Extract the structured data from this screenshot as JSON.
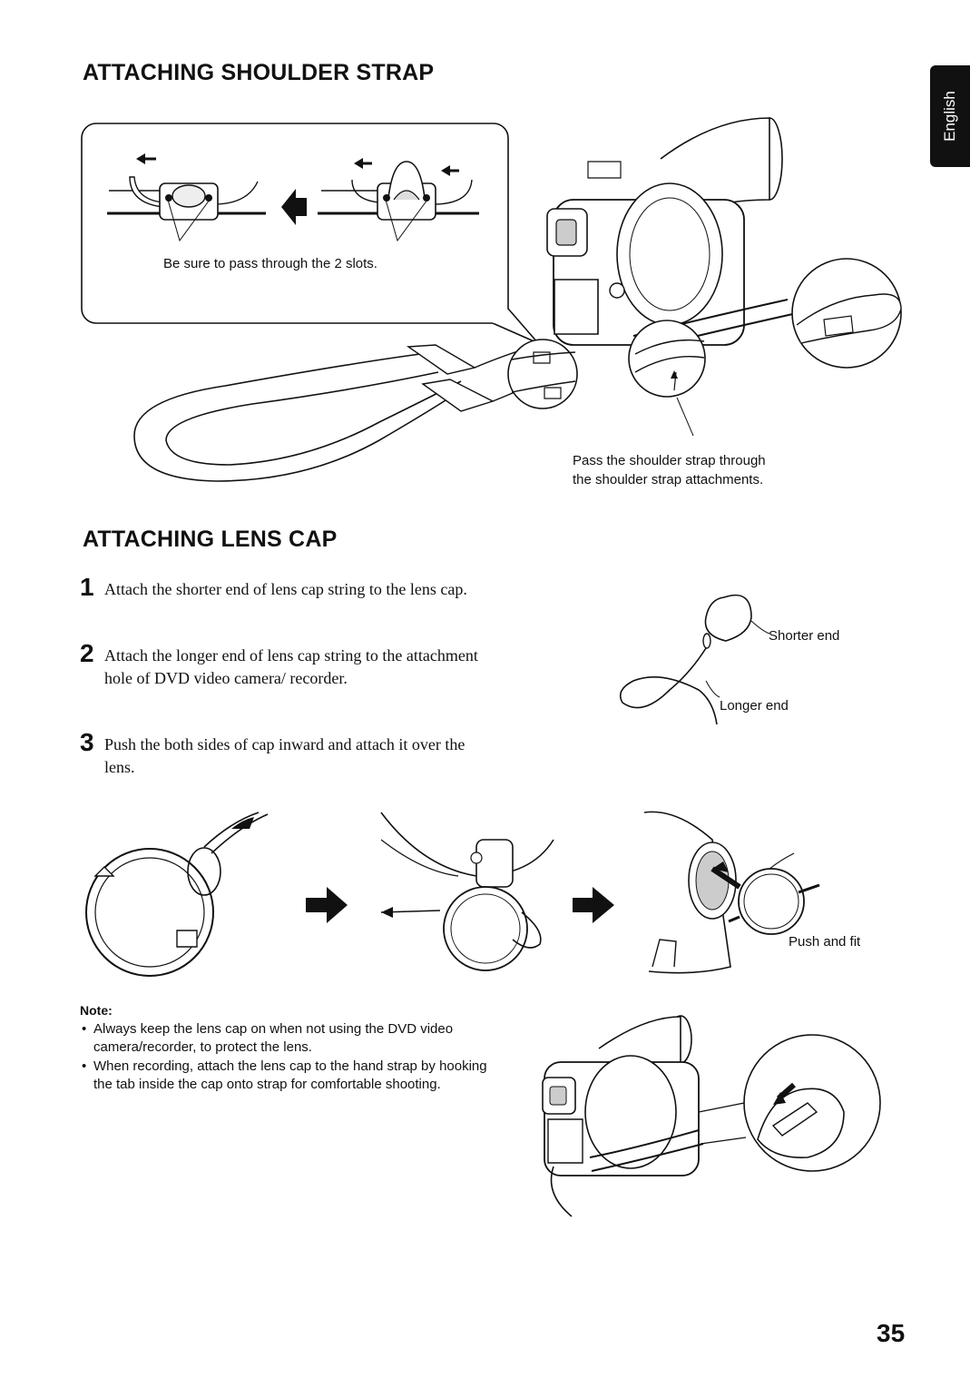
{
  "language_tab": "English",
  "shoulder_strap": {
    "heading": "ATTACHING SHOULDER STRAP",
    "slot_caption": "Be sure to pass through the 2 slots.",
    "attachment_caption_line1": "Pass the shoulder strap through",
    "attachment_caption_line2": "the shoulder strap attachments."
  },
  "lens_cap": {
    "heading": "ATTACHING LENS CAP",
    "steps": [
      {
        "number": "1",
        "text": "Attach the shorter end of lens cap string to the lens cap."
      },
      {
        "number": "2",
        "text": "Attach the longer end of lens cap string to the attachment hole of DVD video camera/ recorder."
      },
      {
        "number": "3",
        "text": "Push the both sides of cap inward and attach it over the lens."
      }
    ],
    "string_labels": {
      "shorter": "Shorter end",
      "longer": "Longer end"
    },
    "push_fit_label": "Push and fit"
  },
  "note": {
    "title": "Note:",
    "items": [
      "Always keep the lens cap on when not using the DVD video camera/recorder, to protect the lens.",
      "When recording, attach the lens cap to the hand strap by hooking the tab inside the cap onto strap for comfortable shooting."
    ]
  },
  "page_number": "35"
}
